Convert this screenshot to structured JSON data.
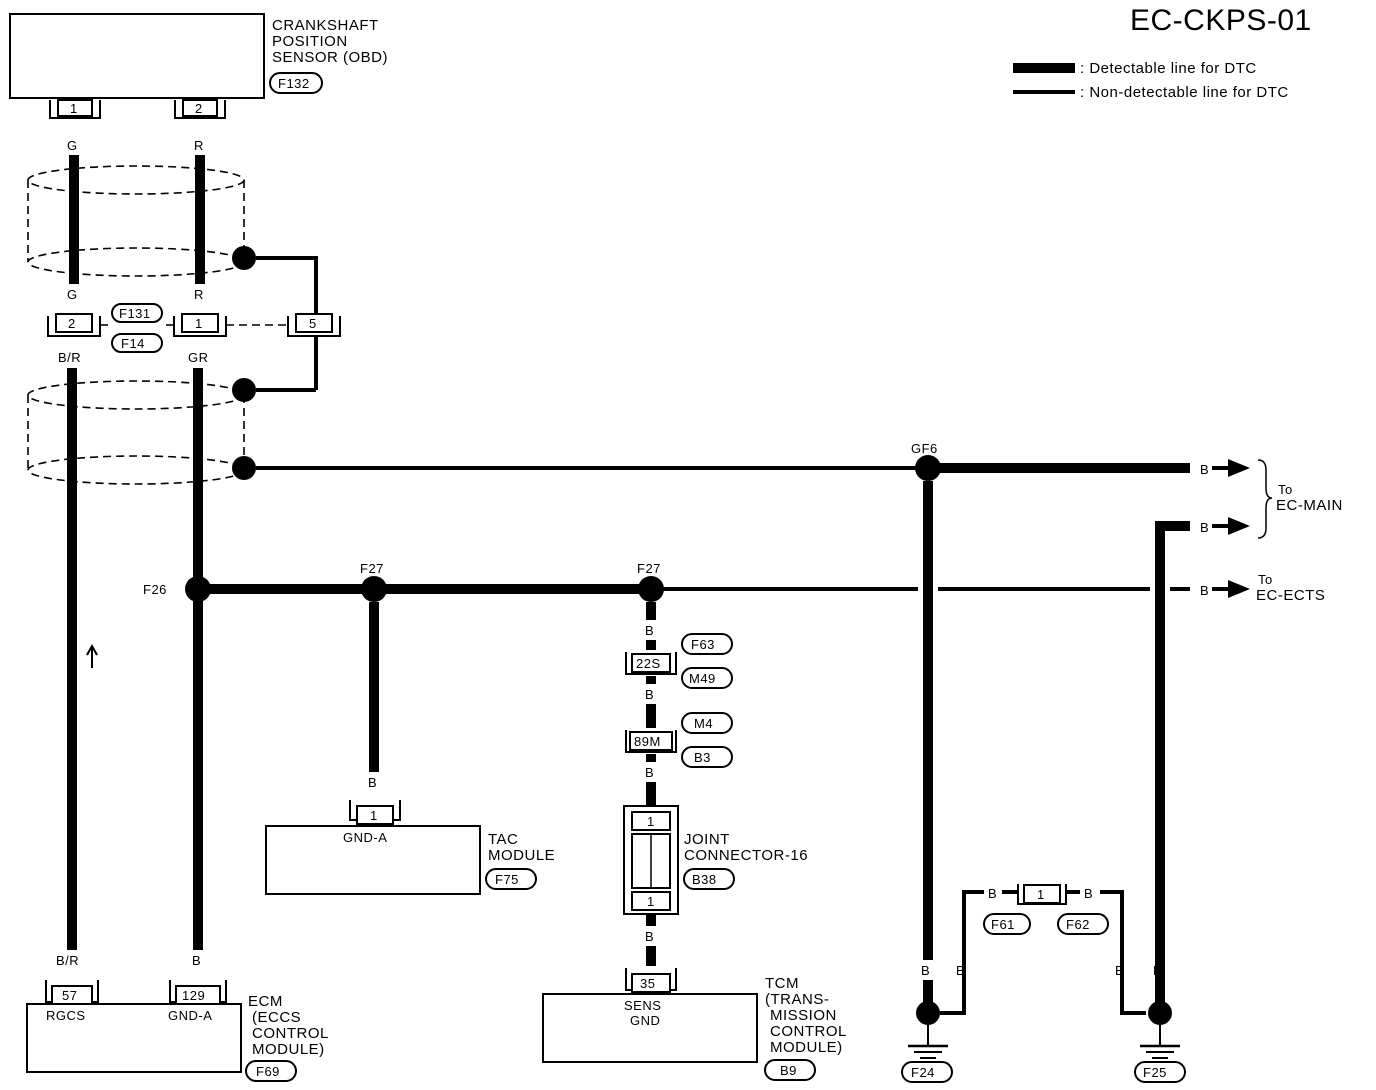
{
  "title": "EC-CKPS-01",
  "legend": {
    "detectable": ": Detectable line for DTC",
    "non_detectable": ": Non-detectable line for DTC"
  },
  "components": {
    "crankshaft_sensor": {
      "name_lines": [
        "CRANKSHAFT",
        "POSITION",
        "SENSOR (OBD)"
      ],
      "connector": "F132",
      "pins": [
        "1",
        "2"
      ]
    },
    "tac_module": {
      "name_lines": [
        "TAC",
        "MODULE"
      ],
      "connector": "F75",
      "pin": "1",
      "terminal": "GND-A"
    },
    "joint_connector": {
      "name_lines": [
        "JOINT",
        "CONNECTOR-16"
      ],
      "connector": "B38",
      "pins": [
        "1",
        "1"
      ]
    },
    "ecm": {
      "name_lines": [
        "ECM",
        "(ECCS",
        "CONTROL",
        "MODULE)"
      ],
      "connector": "F69",
      "pins": [
        "57",
        "129"
      ],
      "terminals": [
        "RGCS",
        "GND-A"
      ]
    },
    "tcm": {
      "name_lines": [
        "TCM",
        "(TRANS-",
        "MISSION",
        "CONTROL",
        "MODULE)"
      ],
      "connector": "B9",
      "pin": "35",
      "terminal_lines": [
        "SENS",
        "GND"
      ]
    }
  },
  "connectors": {
    "inline1_pins": [
      "2",
      "1",
      "5"
    ],
    "inline1_ids": [
      "F131",
      "F14"
    ],
    "inline2_pin": "22S",
    "inline2_ids": [
      "F63",
      "M49"
    ],
    "inline3_pin": "89M",
    "inline3_ids": [
      "M4",
      "B3"
    ],
    "inline4_pin": "1",
    "inline4_ids": [
      "F61",
      "F62"
    ]
  },
  "wire_colors": {
    "g": "G",
    "r": "R",
    "br": "B/R",
    "gr": "GR",
    "b": "B"
  },
  "splices": {
    "gf6": "GF6",
    "f26": "F26",
    "f27a": "F27",
    "f27b": "F27"
  },
  "grounds": [
    "F24",
    "F25"
  ],
  "destinations": {
    "to_main": [
      "To",
      "EC-MAIN"
    ],
    "to_ects": [
      "To",
      "EC-ECTS"
    ]
  }
}
